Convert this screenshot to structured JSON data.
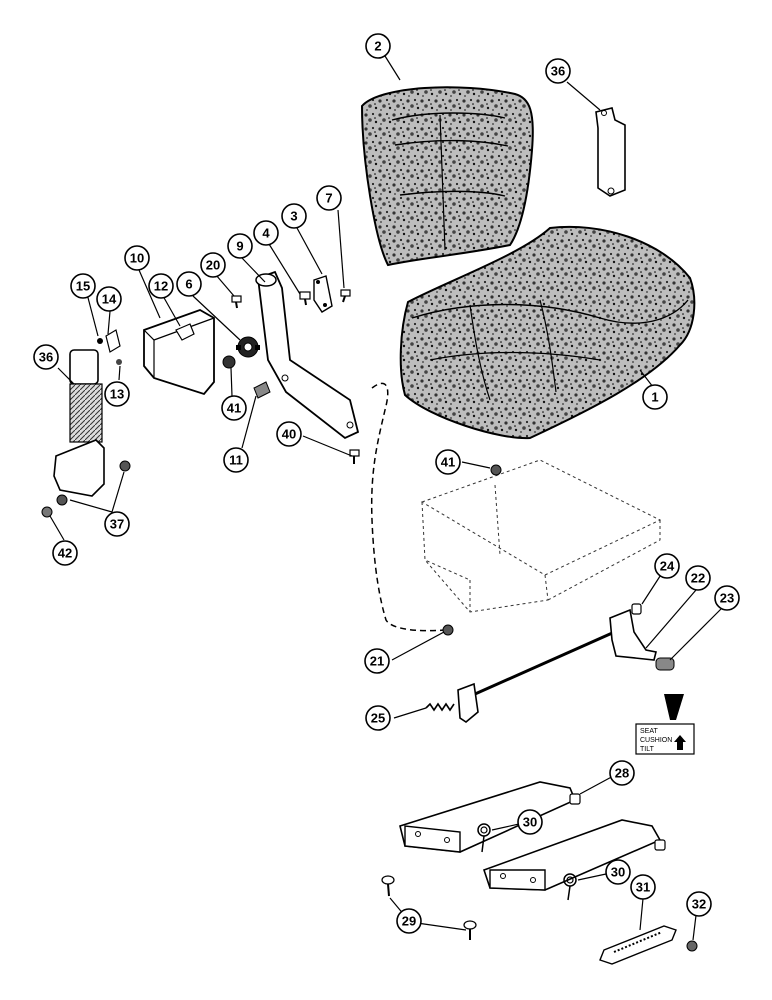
{
  "callouts": [
    {
      "id": "c2",
      "label": "2"
    },
    {
      "id": "c36a",
      "label": "36"
    },
    {
      "id": "c3",
      "label": "3"
    },
    {
      "id": "c7",
      "label": "7"
    },
    {
      "id": "c4",
      "label": "4"
    },
    {
      "id": "c9",
      "label": "9"
    },
    {
      "id": "c20",
      "label": "20"
    },
    {
      "id": "c6",
      "label": "6"
    },
    {
      "id": "c12",
      "label": "12"
    },
    {
      "id": "c10",
      "label": "10"
    },
    {
      "id": "c14",
      "label": "14"
    },
    {
      "id": "c15",
      "label": "15"
    },
    {
      "id": "c36b",
      "label": "36"
    },
    {
      "id": "c13",
      "label": "13"
    },
    {
      "id": "c41a",
      "label": "41"
    },
    {
      "id": "c1",
      "label": "1"
    },
    {
      "id": "c40",
      "label": "40"
    },
    {
      "id": "c11",
      "label": "11"
    },
    {
      "id": "c41b",
      "label": "41"
    },
    {
      "id": "c37",
      "label": "37"
    },
    {
      "id": "c42",
      "label": "42"
    },
    {
      "id": "c24",
      "label": "24"
    },
    {
      "id": "c22",
      "label": "22"
    },
    {
      "id": "c23",
      "label": "23"
    },
    {
      "id": "c21",
      "label": "21"
    },
    {
      "id": "c25",
      "label": "25"
    },
    {
      "id": "c28",
      "label": "28"
    },
    {
      "id": "c30a",
      "label": "30"
    },
    {
      "id": "c30b",
      "label": "30"
    },
    {
      "id": "c29",
      "label": "29"
    },
    {
      "id": "c31",
      "label": "31"
    },
    {
      "id": "c32",
      "label": "32"
    }
  ],
  "decal": {
    "line1": "SEAT",
    "line2": "CUSHION",
    "line3": "TILT"
  }
}
